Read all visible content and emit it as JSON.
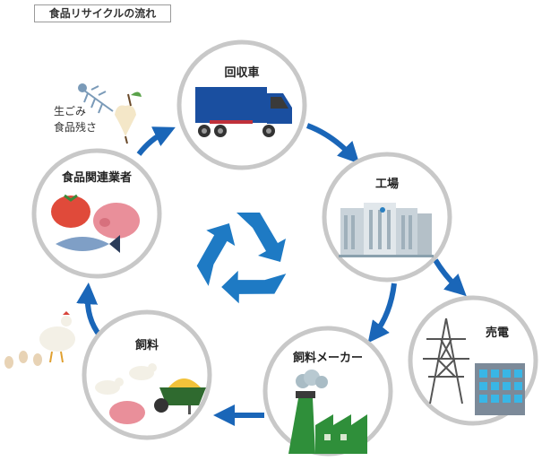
{
  "title": "食品リサイクルの流れ",
  "nodes": {
    "collection_truck": {
      "label": "回収車"
    },
    "factory": {
      "label": "工場"
    },
    "power_sale": {
      "label": "売電"
    },
    "feed_maker": {
      "label": "飼料メーカー"
    },
    "feed": {
      "label": "飼料"
    },
    "food_business": {
      "label": "食品関連業者"
    }
  },
  "waste_note": {
    "line1": "生ごみ",
    "line2": "食品残さ"
  },
  "colors": {
    "arrow": "#1a66b8",
    "circle_border": "#c8c8c8",
    "recycle": "#1e7ac4",
    "truck": "#1a4fa0",
    "factory_smoke": "#6f8fa0"
  }
}
